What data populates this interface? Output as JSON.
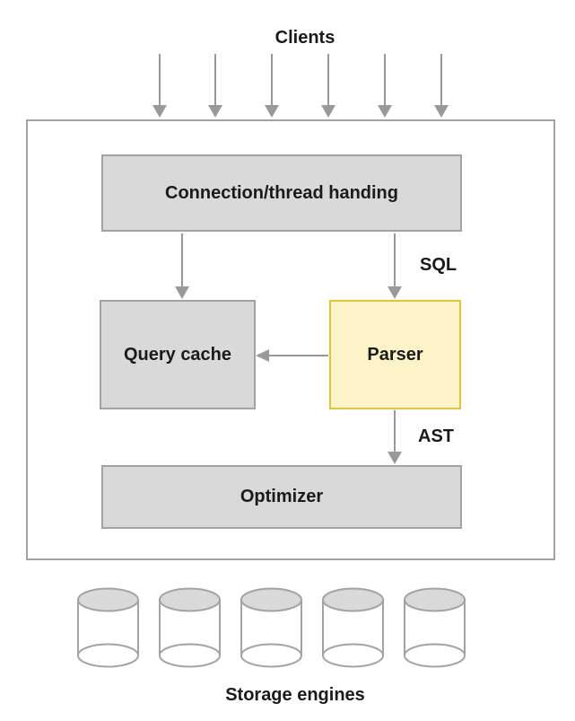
{
  "diagram": {
    "clients_label": "Clients",
    "boxes": {
      "connection": {
        "label": "Connection/thread handing"
      },
      "query_cache": {
        "label": "Query cache"
      },
      "parser": {
        "label": "Parser"
      },
      "optimizer": {
        "label": "Optimizer"
      }
    },
    "edge_labels": {
      "sql": "SQL",
      "ast": "AST"
    },
    "storage": {
      "label": "Storage engines",
      "cylinder_count": 5
    },
    "colors": {
      "box_fill": "#d9d9d9",
      "box_border": "#a3a3a3",
      "parser_fill": "#fcf3c9",
      "parser_border": "#e0c43a",
      "arrow": "#999999",
      "text": "#1a1a1a",
      "background": "#ffffff"
    }
  }
}
